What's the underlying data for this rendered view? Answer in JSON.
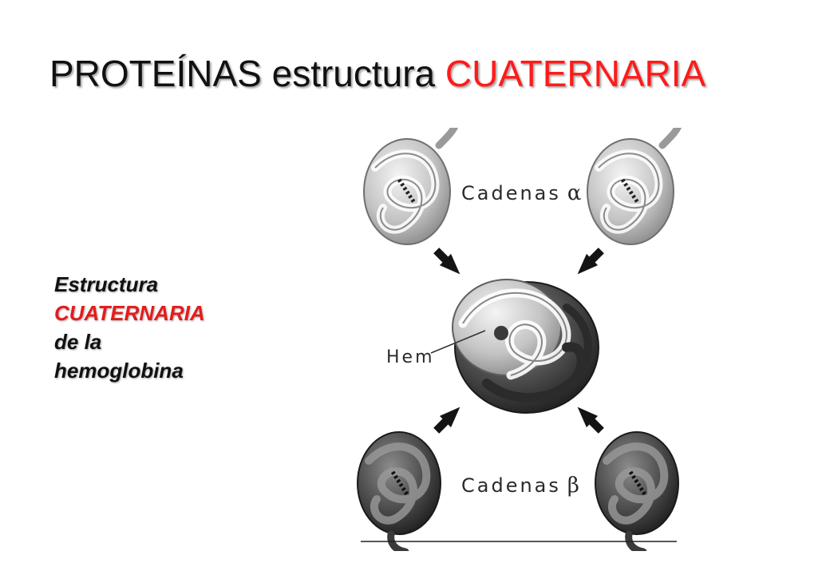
{
  "slide": {
    "title_main": "PROTEÍNAS estructura ",
    "title_accent": "CUATERNARIA",
    "title_color": "#111111",
    "accent_color": "#ff1a1a"
  },
  "side_label": {
    "line1": "Estructura",
    "line2": "CUATERNARIA",
    "line3": "de la",
    "line4": "hemoglobina"
  },
  "figure": {
    "alpha_label": "Cadenas",
    "alpha_symbol": "α",
    "beta_label": "Cadenas",
    "beta_symbol": "β",
    "hem_label": "Hem",
    "light_chain_color": "#c8c8c8",
    "dark_chain_color": "#4a4a4a"
  }
}
